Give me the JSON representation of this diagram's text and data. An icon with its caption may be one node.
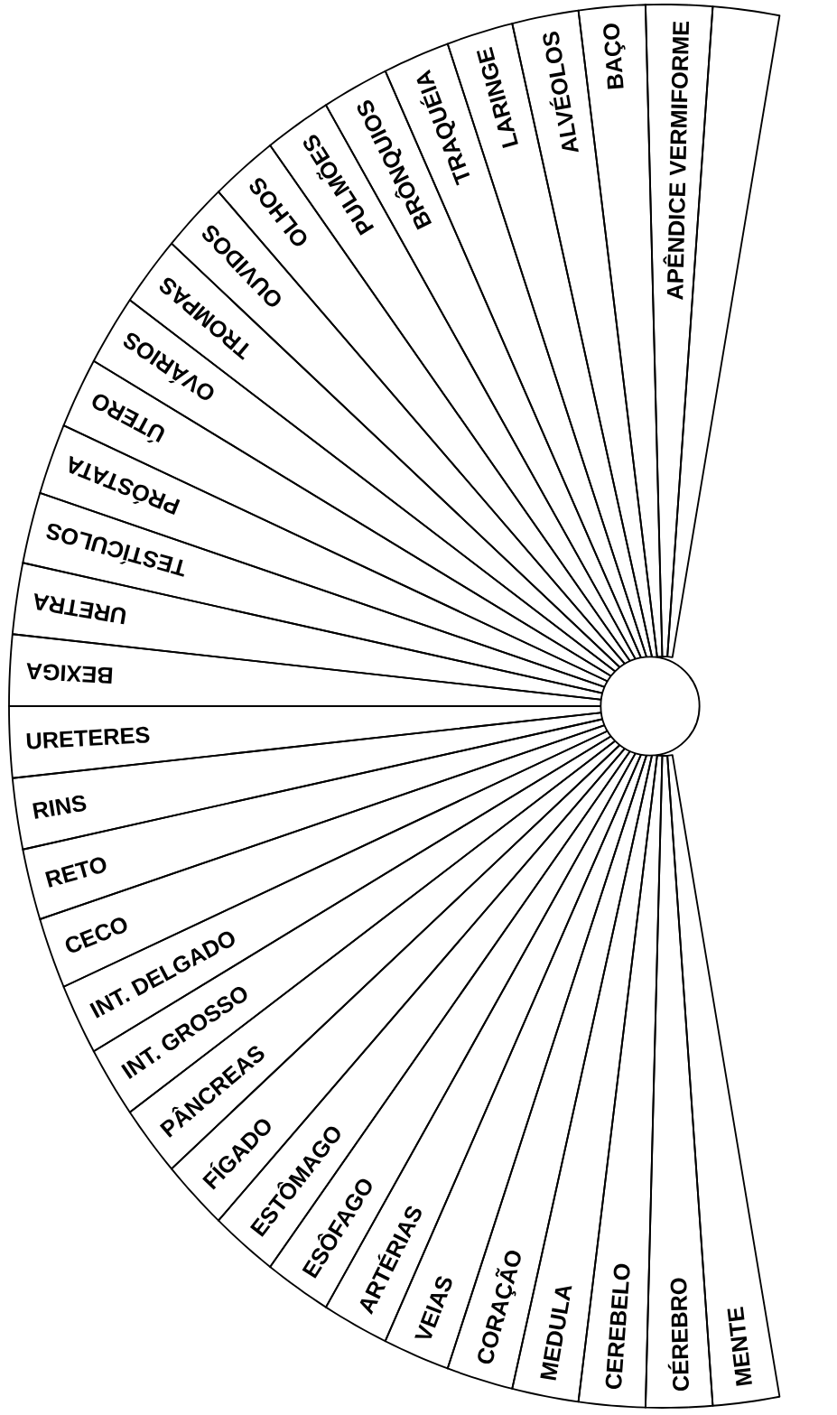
{
  "diagram": {
    "nodes": [
      {
        "text": [],
        "shape": "sector"
      },
      {
        "text": [
          "APÊNDICE VERMIFORME"
        ]
      },
      {
        "text": [
          "BAÇO"
        ]
      },
      {
        "text": [
          "ALVÉOLOS"
        ]
      },
      {
        "text": [
          "LARINGE"
        ]
      },
      {
        "text": [
          "TRAQUÉIA"
        ]
      },
      {
        "text": [
          "BRÔNQUIOS"
        ]
      },
      {
        "text": [
          "PULMÕES"
        ]
      },
      {
        "text": [
          "OLHOS"
        ]
      },
      {
        "text": [
          "OUVIDOS"
        ]
      },
      {
        "text": [
          "TROMPAS"
        ]
      },
      {
        "text": [
          "OVÁRIOS"
        ]
      },
      {
        "text": [
          "ÚTERO"
        ]
      },
      {
        "text": [
          "PRÓSTATA"
        ]
      },
      {
        "text": [
          "TESTÍCULOS"
        ]
      },
      {
        "text": [
          "URETRA"
        ]
      },
      {
        "text": [
          "BEXIGA"
        ]
      },
      {
        "text": [
          "URETERES"
        ]
      },
      {
        "text": [
          "RINS"
        ]
      },
      {
        "text": [
          "RETO"
        ]
      },
      {
        "text": [
          "CECO"
        ]
      },
      {
        "text": [
          "INT. DELGADO"
        ]
      },
      {
        "text": [
          "INT. GROSSO"
        ]
      },
      {
        "text": [
          "PÂNCREAS"
        ]
      },
      {
        "text": [
          "FÍGADO"
        ]
      },
      {
        "text": [
          "ESTÔMAGO"
        ]
      },
      {
        "text": [
          "ESÔFAGO"
        ]
      },
      {
        "text": [
          "ARTÉRIAS"
        ]
      },
      {
        "text": [
          "VEIAS"
        ]
      },
      {
        "text": [
          "CORAÇÃO"
        ]
      },
      {
        "text": [
          "MEDULA"
        ]
      },
      {
        "text": [
          "CEREBELO"
        ]
      },
      {
        "text": [
          "CÉREBRO"
        ]
      },
      {
        "text": [
          "MENTE"
        ]
      },
      {
        "text": [],
        "shape": "circle"
      }
    ]
  }
}
